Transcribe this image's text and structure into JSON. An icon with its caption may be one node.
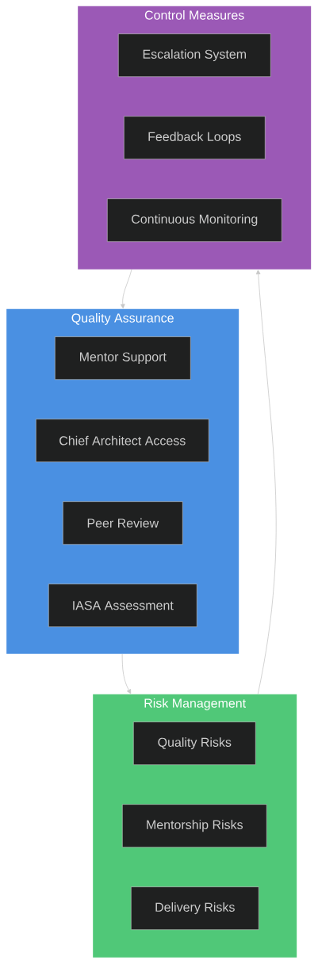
{
  "diagram": {
    "nodes": [
      {
        "text": [
          "Control Measures"
        ]
      },
      {
        "text": [
          "Escalation System"
        ],
        "in": 0
      },
      {
        "text": [
          "Feedback Loops"
        ],
        "in": 0
      },
      {
        "text": [
          "Continuous Monitoring"
        ],
        "in": 0
      },
      {
        "text": [
          "Quality Assurance"
        ]
      },
      {
        "text": [
          "Mentor Support"
        ],
        "in": 4
      },
      {
        "text": [
          "Chief Architect Access"
        ],
        "in": 4
      },
      {
        "text": [
          "Peer Review"
        ],
        "in": 4
      },
      {
        "text": [
          "IASA Assessment"
        ],
        "in": 4
      },
      {
        "text": [
          "Risk Management"
        ]
      },
      {
        "text": [
          "Quality Risks"
        ],
        "in": 9
      },
      {
        "text": [
          "Mentorship Risks"
        ],
        "in": 9
      },
      {
        "text": [
          "Delivery Risks"
        ],
        "in": 9
      }
    ],
    "edges": [
      {
        "from": 0,
        "to": 4,
        "arrow": "to"
      },
      {
        "from": 4,
        "to": 9,
        "arrow": "to"
      },
      {
        "from": 9,
        "to": 0,
        "arrow": "to"
      }
    ]
  }
}
